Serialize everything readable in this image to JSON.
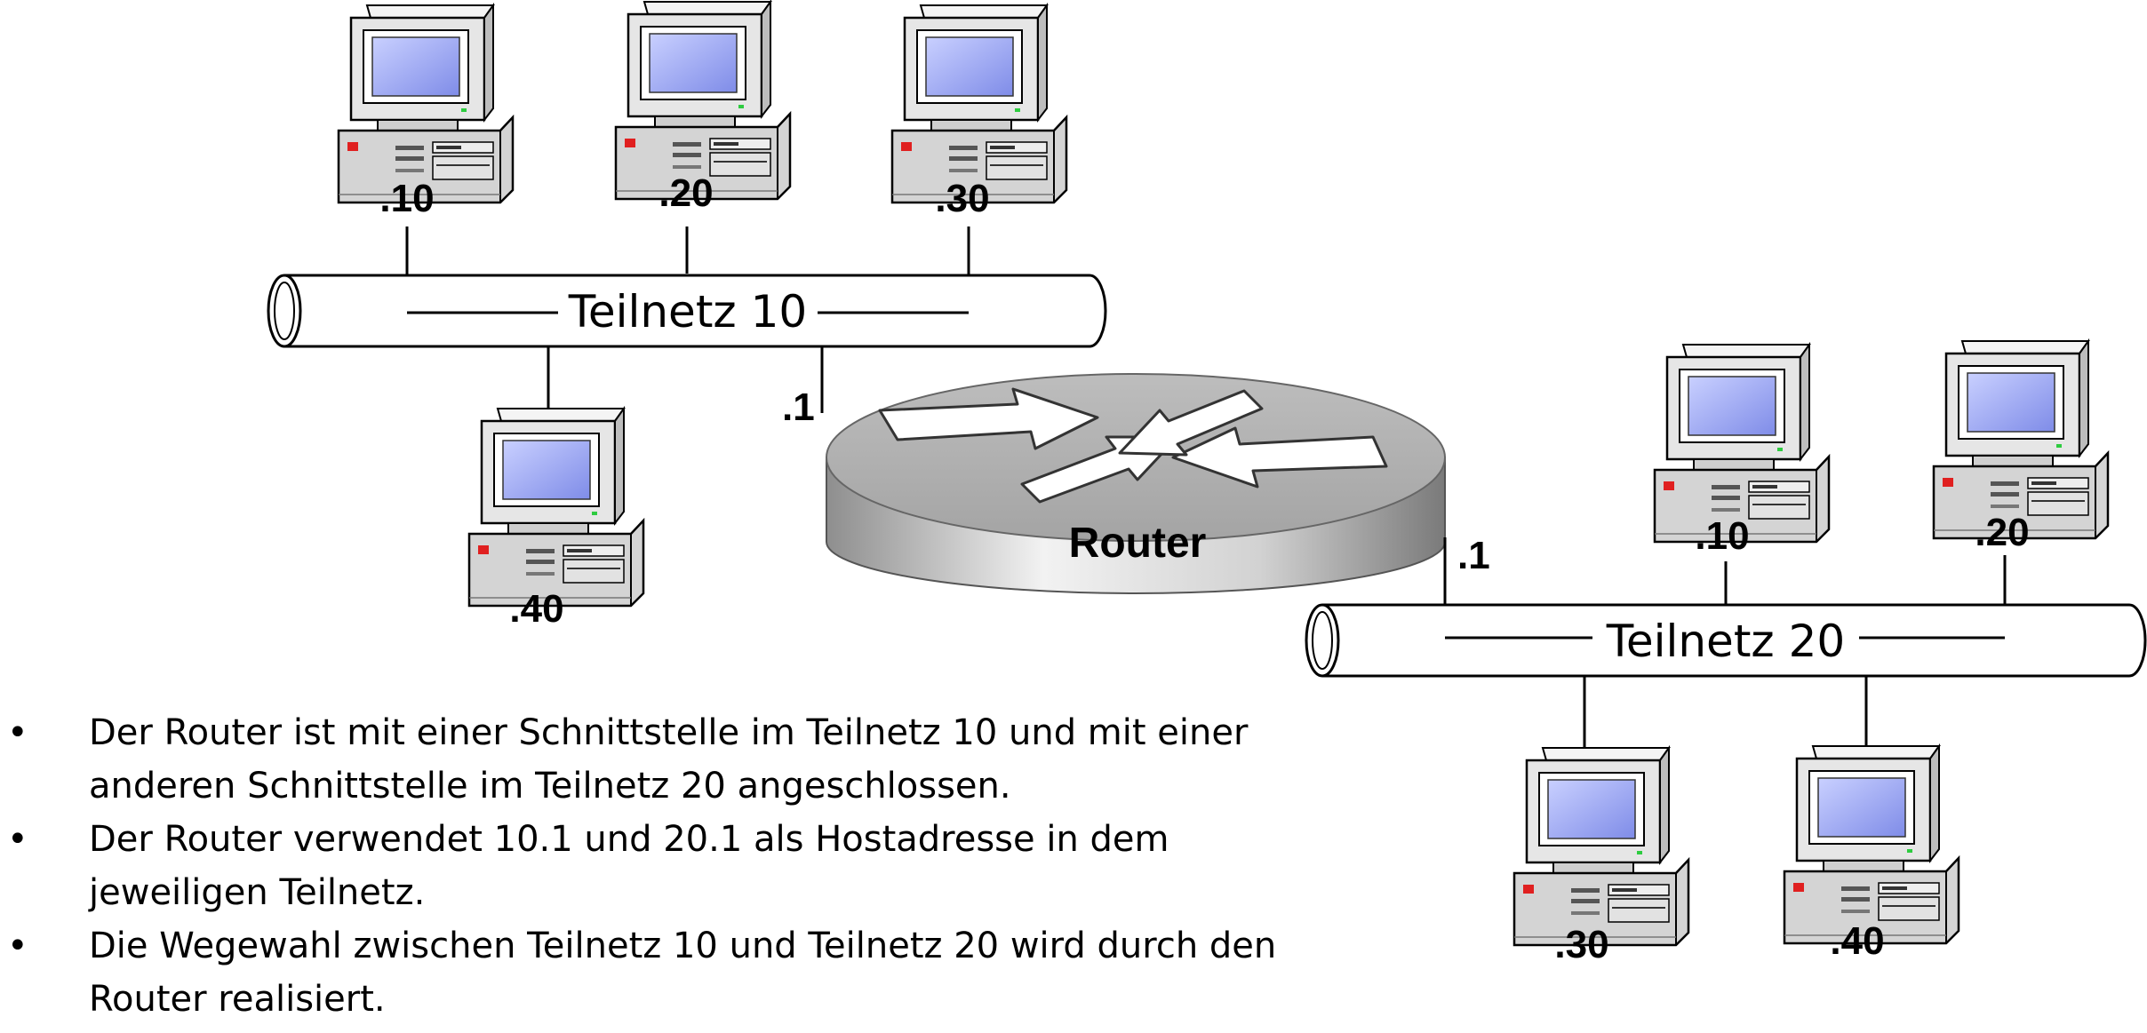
{
  "subnet10": {
    "label": "Teilnetz 10",
    "router_addr": ".1",
    "hosts": [
      ".10",
      ".20",
      ".30",
      ".40"
    ]
  },
  "subnet20": {
    "label": "Teilnetz 20",
    "router_addr": ".1",
    "hosts": [
      ".10",
      ".20",
      ".30",
      ".40"
    ]
  },
  "router": {
    "label": "Router"
  },
  "bullets": [
    {
      "text": "Der Router ist mit einer Schnittstelle im Teilnetz 10 und mit einer anderen Schnittstelle im Teilnetz 20 angeschlossen."
    },
    {
      "text": "Der Router verwendet 10.1 und 20.1 als Hostadresse in dem jeweiligen Teilnetz."
    },
    {
      "text": "Die Wegewahl zwischen Teilnetz 10 und Teilnetz 20 wird durch den Router realisiert."
    }
  ],
  "bullet_symbol": "•",
  "colors": {
    "screen": "#9aa6f0",
    "case": "#d8d8d8",
    "router": "#c8c8c8",
    "led": "#e02020"
  },
  "icons": {
    "host": "desktop-computer-icon",
    "router": "router-icon"
  }
}
